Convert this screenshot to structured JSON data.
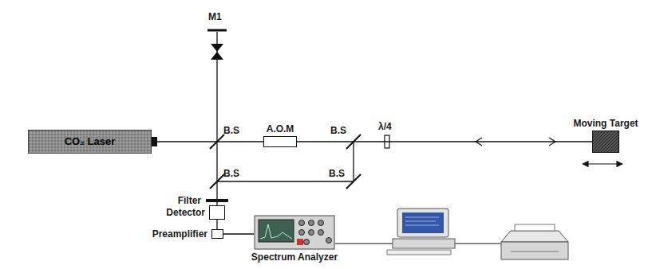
{
  "diagram": {
    "nodes": [
      {
        "text": [
          "CO₂ Laser"
        ]
      },
      {
        "text": [
          "A.O.M"
        ]
      },
      {
        "text": [
          "Moving Target"
        ]
      },
      {
        "text": [
          "Filter"
        ]
      },
      {
        "text": [
          "Detector"
        ]
      },
      {
        "text": [
          "Preamplifier"
        ]
      },
      {
        "text": [
          "Spectrum Analyzer"
        ]
      }
    ],
    "edges": [
      {
        "from": 0,
        "to": 1,
        "arrow": "none"
      },
      {
        "from": 1,
        "to": 2,
        "arrow": "none"
      },
      {
        "from": 3,
        "to": 4,
        "arrow": "none"
      },
      {
        "from": 4,
        "to": 5,
        "arrow": "none"
      },
      {
        "from": 5,
        "to": 6,
        "arrow": "none"
      }
    ],
    "labels": [
      "M1",
      "B.S",
      "B.S",
      "B.S",
      "B.S",
      "λ/4"
    ]
  }
}
